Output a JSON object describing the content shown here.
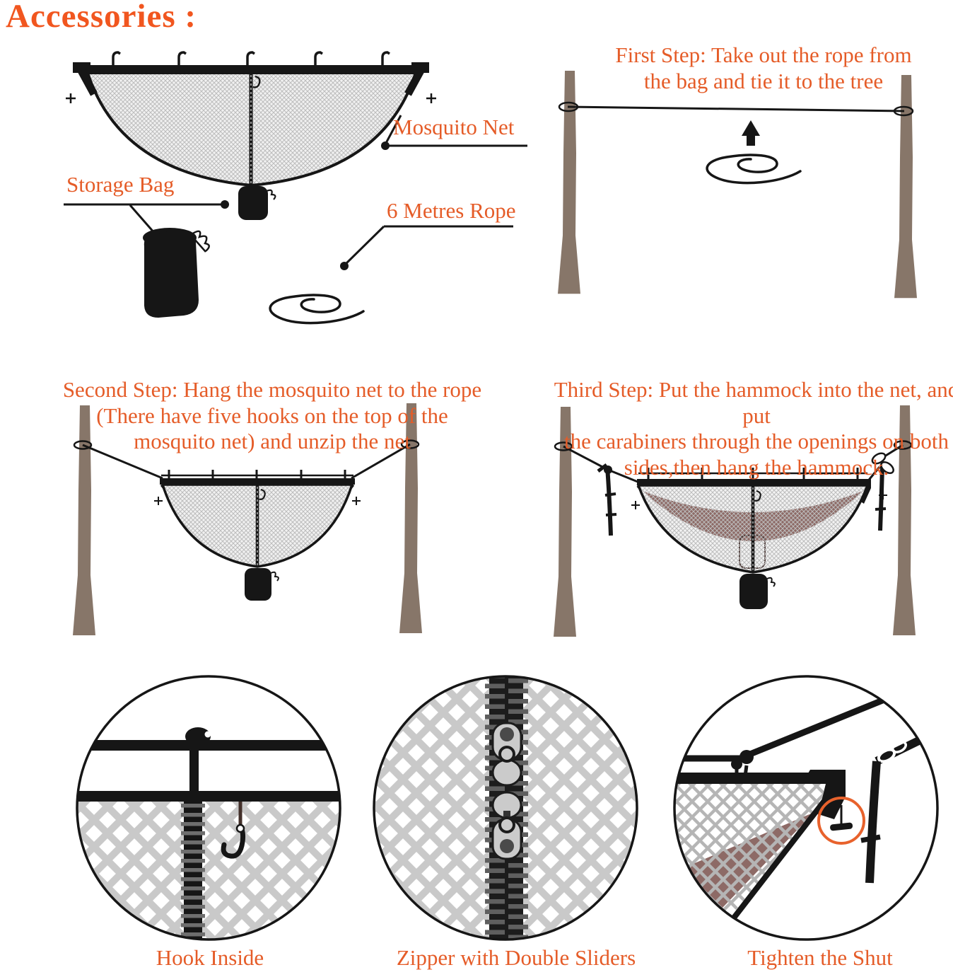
{
  "title": "Accessories :",
  "colors": {
    "title_orange": "#f1561f",
    "label_orange": "#e55c28",
    "highlight_circle_orange": "#e8622c",
    "tree_brown": "#877669",
    "hammock_mauve": "#8d6a66",
    "line_black": "#161616",
    "mesh_gray": "#bdbdbd"
  },
  "accessories": {
    "mosquito_net_label": "Mosquito Net",
    "storage_bag_label": "Storage Bag",
    "rope_label": "6 Metres Rope"
  },
  "steps": [
    {
      "name": "first-step",
      "lines": [
        "First Step: Take out the rope from",
        "the bag and tie it to the tree"
      ]
    },
    {
      "name": "second-step",
      "lines": [
        "Second Step: Hang the mosquito net to the rope",
        "(There have five hooks on the top of the",
        "mosquito net) and unzip the net"
      ]
    },
    {
      "name": "third-step",
      "lines": [
        "Third Step: Put the hammock into the net, and put",
        "the carabiners through the openings on both",
        "sides,then hang the hammock."
      ]
    }
  ],
  "details": [
    {
      "caption": "Hook Inside"
    },
    {
      "caption": "Zipper with Double Sliders"
    },
    {
      "caption": "Tighten the Shut"
    }
  ]
}
